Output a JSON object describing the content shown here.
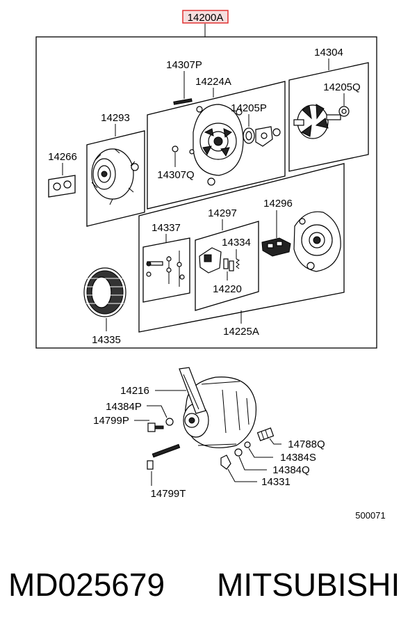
{
  "diagram": {
    "assembly_label": "14200A",
    "highlight_color": "#e03030",
    "labels": {
      "p14304": "14304",
      "p14307P": "14307P",
      "p14224A": "14224A",
      "p14205Q": "14205Q",
      "p14293": "14293",
      "p14205P": "14205P",
      "p14266": "14266",
      "p14307Q": "14307Q",
      "p14297": "14297",
      "p14296": "14296",
      "p14337": "14337",
      "p14334": "14334",
      "p14220": "14220",
      "p14335": "14335",
      "p14225A": "14225A",
      "p14216": "14216",
      "p14384P": "14384P",
      "p14799P": "14799P",
      "p14788Q": "14788Q",
      "p14384S": "14384S",
      "p14384Q": "14384Q",
      "p14331": "14331",
      "p14799T": "14799T"
    },
    "diagram_code": "500071"
  },
  "footer": {
    "part_number": "MD025679",
    "brand": "MITSUBISHI"
  }
}
